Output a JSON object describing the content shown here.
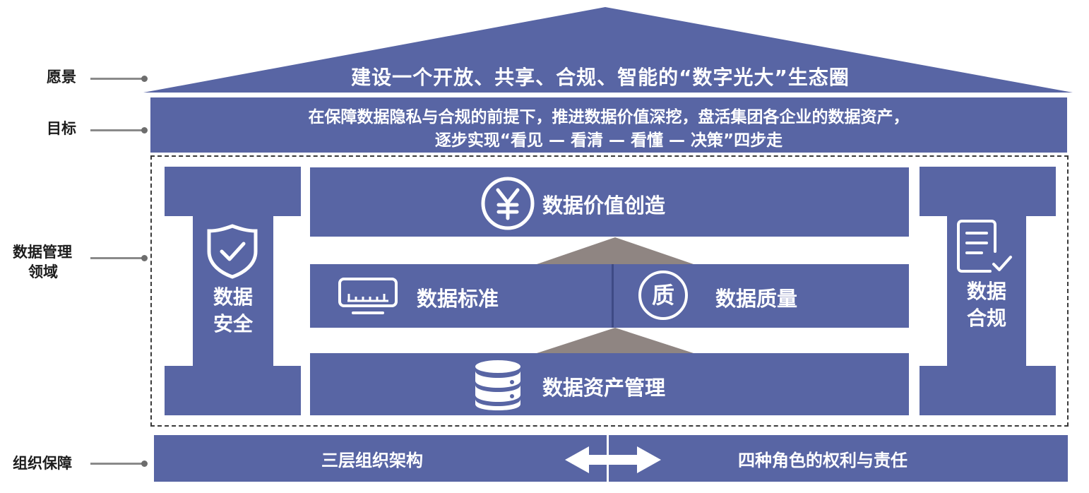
{
  "labels": {
    "vision": "愿景",
    "goal": "目标",
    "domain_line1": "数据管理",
    "domain_line2": "领域",
    "org": "组织保障"
  },
  "vision_text": "建设一个开放、共享、合规、智能的“数字光大”生态圈",
  "goal_line1": "在保障数据隐私与合规的前提下，推进数据价值深挖，盘活集团各企业的数据资产，",
  "goal_line2": "逐步实现“看见 — 看清 — 看懂 — 决策”四步走",
  "left_pillar": {
    "line1": "数据",
    "line2": "安全",
    "icon": "shield-check-icon"
  },
  "right_pillar": {
    "line1": "数据",
    "line2": "合规",
    "icon": "document-check-icon"
  },
  "value_creation": {
    "label": "数据价值创造",
    "icon": "yen-circle-icon"
  },
  "standard": {
    "label": "数据标准",
    "icon": "ruler-monitor-icon"
  },
  "quality": {
    "label": "数据质量",
    "icon_text": "质",
    "icon": "quality-circle-icon"
  },
  "asset_mgmt": {
    "label": "数据资产管理",
    "icon": "database-icon"
  },
  "org_left": "三层组织架构",
  "org_right": "四种角色的权利与责任",
  "colors": {
    "primary": "#5865a4",
    "triangle": "#8f8582",
    "dashed": "#3a3a3a"
  }
}
